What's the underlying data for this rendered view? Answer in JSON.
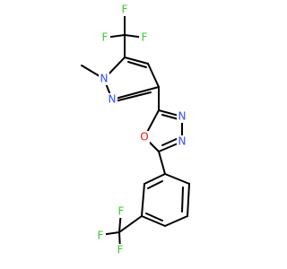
{
  "molecule": {
    "atoms": [
      {
        "label": "F",
        "color": "#33cc33"
      },
      {
        "label": "F",
        "color": "#33cc33"
      },
      {
        "label": "F",
        "color": "#33cc33"
      },
      {
        "label": "N",
        "color": "#3050f8"
      },
      {
        "label": "N",
        "color": "#3050f8"
      },
      {
        "label": "N",
        "color": "#3050f8"
      },
      {
        "label": "N",
        "color": "#3050f8"
      },
      {
        "label": "O",
        "color": "#ff0d0d"
      },
      {
        "label": "F",
        "color": "#33cc33"
      },
      {
        "label": "F",
        "color": "#33cc33"
      },
      {
        "label": "F",
        "color": "#33cc33"
      }
    ],
    "colors": {
      "bond": "#000000",
      "fluorine": "#33cc33",
      "nitrogen": "#3050f8",
      "oxygen": "#ff0d0d",
      "background": "#ffffff"
    }
  }
}
